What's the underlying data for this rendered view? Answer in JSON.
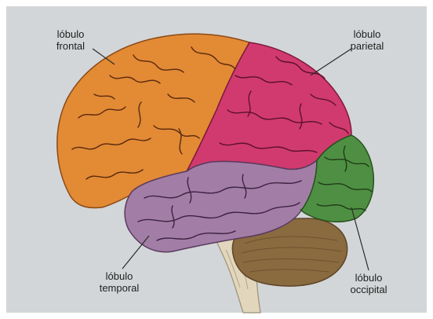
{
  "labels": {
    "frontal": {
      "line1": "lóbulo",
      "line2": "frontal"
    },
    "parietal": {
      "line1": "lóbulo",
      "line2": "parietal"
    },
    "temporal": {
      "line1": "lóbulo",
      "line2": "temporal"
    },
    "occipital": {
      "line1": "lóbulo",
      "line2": "occipital"
    }
  },
  "colors": {
    "background": "#d3d6d8",
    "frontal": "#e38a35",
    "parietal": "#d13a6f",
    "temporal": "#a27ea6",
    "occipital": "#4f8f43",
    "cerebellum": "#8a6a3f",
    "brainstem": "#e2d7bd",
    "sulci": "#4a1c22",
    "leader_line": "#2a2a2a"
  }
}
